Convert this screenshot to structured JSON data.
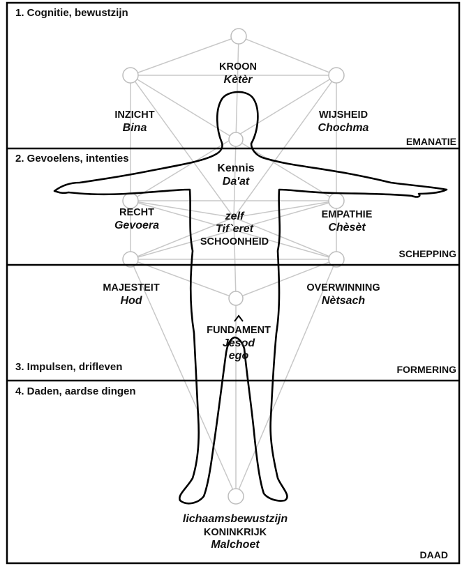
{
  "zones": [
    {
      "label": "1. Cognitie, bewustzijn"
    },
    {
      "label": "2. Gevoelens, intenties"
    },
    {
      "label": "3. Impulsen, drifleven"
    },
    {
      "label": "4. Daden, aardse dingen"
    }
  ],
  "worlds": [
    {
      "label": "EMANATIE"
    },
    {
      "label": "SCHEPPING"
    },
    {
      "label": "FORMERING"
    },
    {
      "label": "DAAD"
    }
  ],
  "sefirot": {
    "kroon": {
      "name": "KROON",
      "hebrew": "Kètèr"
    },
    "inzicht": {
      "name": "INZICHT",
      "hebrew": "Bina"
    },
    "wijsheid": {
      "name": "WIJSHEID",
      "hebrew": "Chochma"
    },
    "kennis": {
      "name": "Kennis",
      "hebrew": "Da'at"
    },
    "recht": {
      "name": "RECHT",
      "hebrew": "Gevoera"
    },
    "empathie": {
      "name": "EMPATHIE",
      "hebrew": "Chèsèt"
    },
    "schoonheid": {
      "extra": "zelf",
      "hebrew": "Tif`eret",
      "name": "SCHOONHEID"
    },
    "majesteit": {
      "name": "MAJESTEIT",
      "hebrew": "Hod"
    },
    "overwinning": {
      "name": "OVERWINNING",
      "hebrew": "Nètsach"
    },
    "fundament": {
      "name": "FUNDAMENT",
      "hebrew": "Jesod",
      "extra": "ego"
    },
    "koninkrijk": {
      "extra": "lichaamsbewustzijn",
      "name": "KONINKRIJK",
      "hebrew": "Malchoet"
    }
  }
}
